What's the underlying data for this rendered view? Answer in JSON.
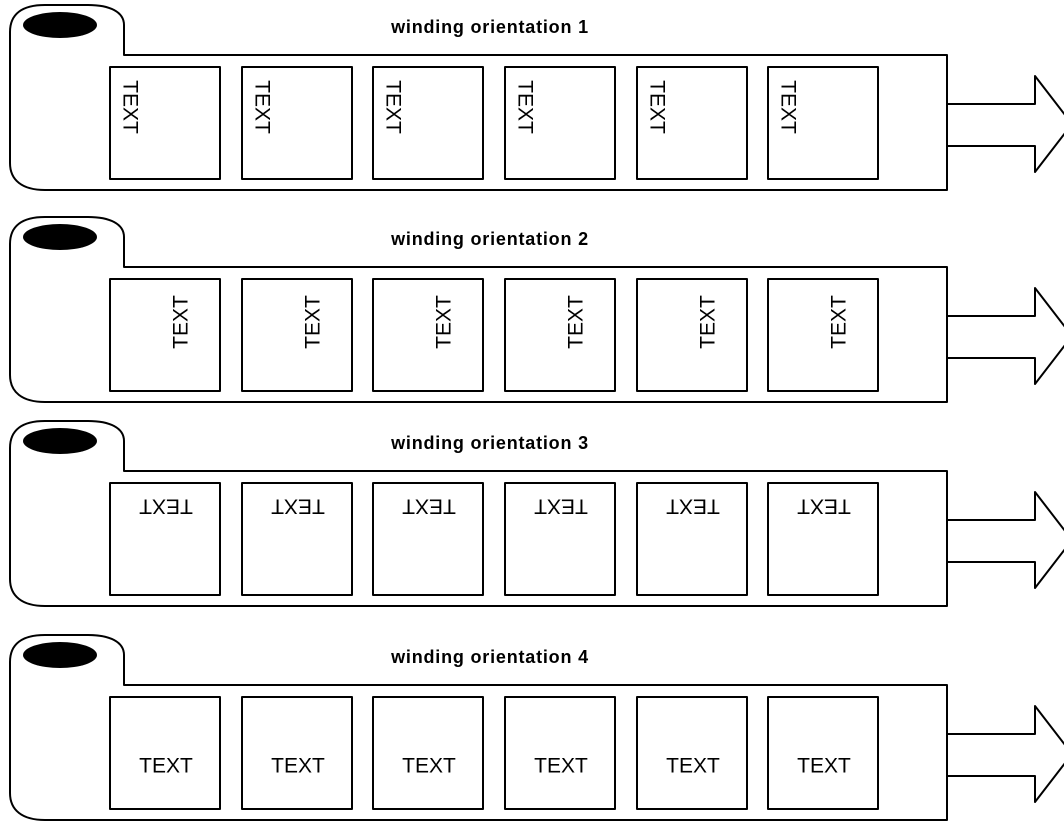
{
  "diagram": {
    "rows": [
      {
        "title": "winding orientation 1",
        "label_text": "TEXT",
        "label_rotation": "90 degrees clockwise",
        "label_count": 6
      },
      {
        "title": "winding orientation 2",
        "label_text": "TEXT",
        "label_rotation": "90 degrees counter-clockwise",
        "label_count": 6
      },
      {
        "title": "winding orientation 3",
        "label_text": "TEXT",
        "label_rotation": "180 degrees",
        "label_count": 6
      },
      {
        "title": "winding orientation 4",
        "label_text": "TEXT",
        "label_rotation": "upright",
        "label_count": 6
      }
    ]
  },
  "colors": {
    "stroke": "#000000",
    "background": "#ffffff",
    "hole": "#000000"
  },
  "icons": {
    "roll": "label-roll-icon",
    "direction": "arrow-right-icon"
  }
}
